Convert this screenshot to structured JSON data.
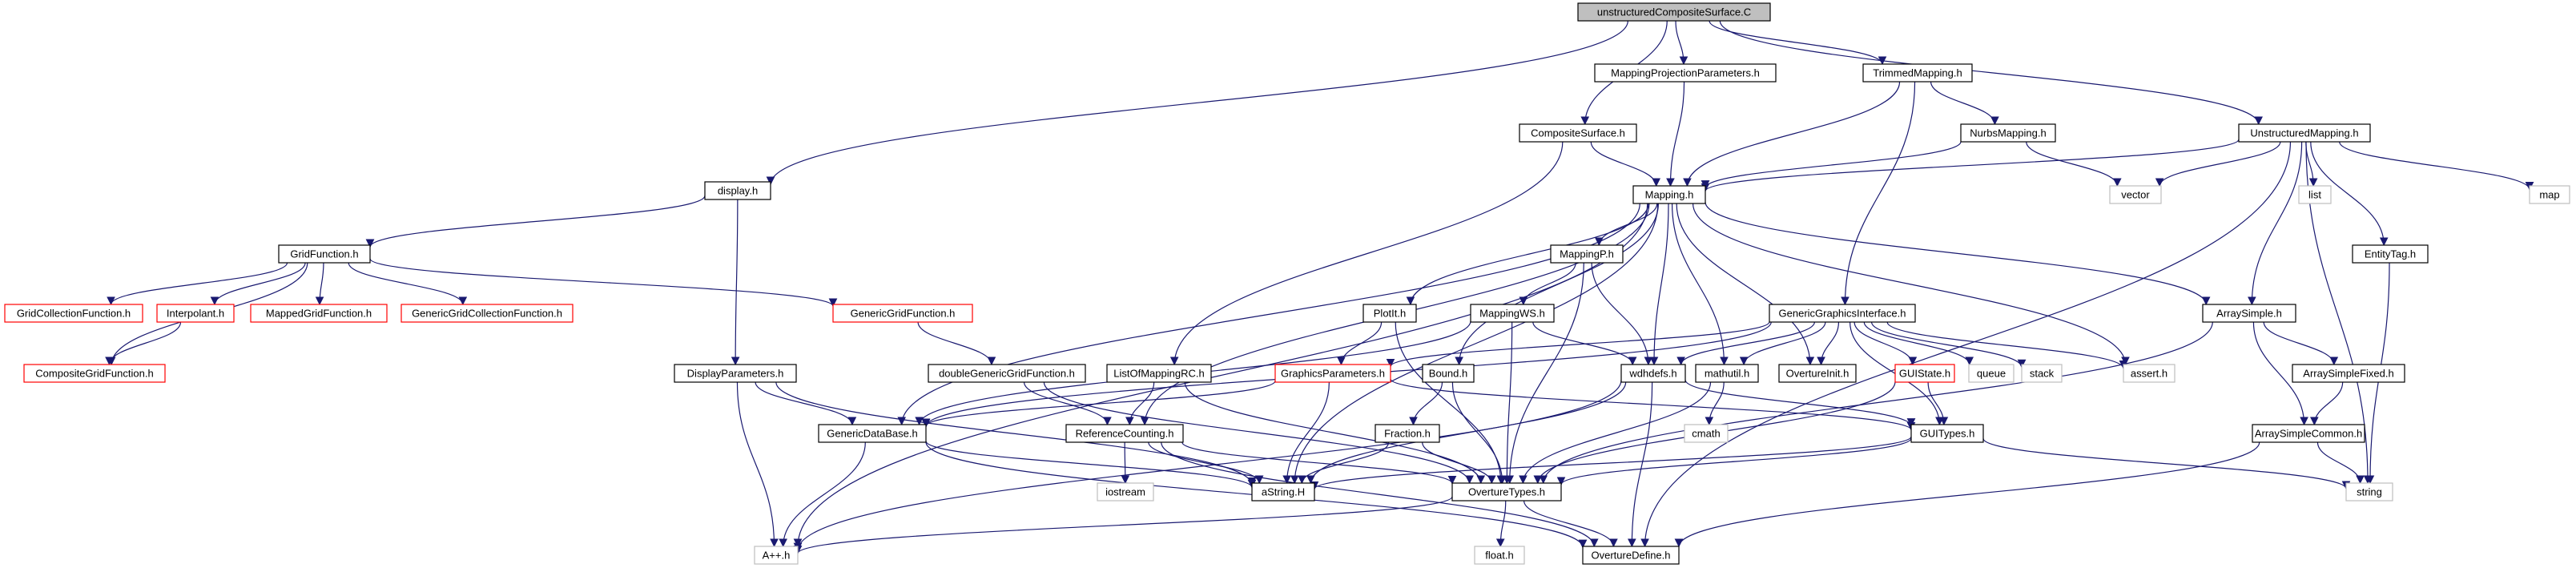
{
  "diagram": {
    "type": "include-dependency-graph",
    "colors": {
      "edge": "#191970",
      "root_fill": "#bfbfbf",
      "normal_border": "#000000",
      "truncated_border": "#ff0000",
      "external_border": "#bfbfbf",
      "external_text": "#000000"
    },
    "nodes": [
      {
        "id": "root",
        "label": "unstructuredCompositeSurface.C",
        "style": "root"
      },
      {
        "id": "display_h",
        "label": "display.h",
        "style": "normal"
      },
      {
        "id": "mappingproj_h",
        "label": "MappingProjectionParameters.h",
        "style": "normal"
      },
      {
        "id": "compsurf_h",
        "label": "CompositeSurface.h",
        "style": "normal"
      },
      {
        "id": "trimmed_h",
        "label": "TrimmedMapping.h",
        "style": "normal"
      },
      {
        "id": "unstruct_h",
        "label": "UnstructuredMapping.h",
        "style": "normal"
      },
      {
        "id": "nurbs_h",
        "label": "NurbsMapping.h",
        "style": "normal"
      },
      {
        "id": "mapping_h",
        "label": "Mapping.h",
        "style": "normal"
      },
      {
        "id": "vector",
        "label": "vector",
        "style": "external"
      },
      {
        "id": "list",
        "label": "list",
        "style": "external"
      },
      {
        "id": "map",
        "label": "map",
        "style": "external"
      },
      {
        "id": "gridfunc_h",
        "label": "GridFunction.h",
        "style": "normal"
      },
      {
        "id": "gridcollfunc_h",
        "label": "GridCollectionFunction.h",
        "style": "truncated"
      },
      {
        "id": "interpolant_h",
        "label": "Interpolant.h",
        "style": "truncated"
      },
      {
        "id": "mappedgridfunc_h",
        "label": "MappedGridFunction.h",
        "style": "truncated"
      },
      {
        "id": "genericgridcollfunc_h",
        "label": "GenericGridCollectionFunction.h",
        "style": "truncated"
      },
      {
        "id": "genericgridfunc_h",
        "label": "GenericGridFunction.h",
        "style": "truncated"
      },
      {
        "id": "compgridfunc_h",
        "label": "CompositeGridFunction.h",
        "style": "truncated"
      },
      {
        "id": "mappingp_h",
        "label": "MappingP.h",
        "style": "normal"
      },
      {
        "id": "plotit_h",
        "label": "PlotIt.h",
        "style": "normal"
      },
      {
        "id": "mappingws_h",
        "label": "MappingWS.h",
        "style": "normal"
      },
      {
        "id": "ggi_h",
        "label": "GenericGraphicsInterface.h",
        "style": "normal"
      },
      {
        "id": "arraysimple_h",
        "label": "ArraySimple.h",
        "style": "normal"
      },
      {
        "id": "entitytag_h",
        "label": "EntityTag.h",
        "style": "normal"
      },
      {
        "id": "displayparams_h",
        "label": "DisplayParameters.h",
        "style": "normal"
      },
      {
        "id": "doublegenericgridfunc_h",
        "label": "doubleGenericGridFunction.h",
        "style": "normal"
      },
      {
        "id": "listofmapping_h",
        "label": "ListOfMappingRC.h",
        "style": "normal"
      },
      {
        "id": "graphicsparams_h",
        "label": "GraphicsParameters.h",
        "style": "truncated"
      },
      {
        "id": "bound_h",
        "label": "Bound.h",
        "style": "normal"
      },
      {
        "id": "wdhdefs_h",
        "label": "wdhdefs.h",
        "style": "normal"
      },
      {
        "id": "mathutil_h",
        "label": "mathutil.h",
        "style": "normal"
      },
      {
        "id": "overtureinit_h",
        "label": "OvertureInit.h",
        "style": "normal"
      },
      {
        "id": "guistate_h",
        "label": "GUIState.h",
        "style": "truncated"
      },
      {
        "id": "queue",
        "label": "queue",
        "style": "external"
      },
      {
        "id": "stack",
        "label": "stack",
        "style": "external"
      },
      {
        "id": "assert_h",
        "label": "assert.h",
        "style": "external"
      },
      {
        "id": "arraysimplefixed_h",
        "label": "ArraySimpleFixed.h",
        "style": "normal"
      },
      {
        "id": "genericdatabase_h",
        "label": "GenericDataBase.h",
        "style": "normal"
      },
      {
        "id": "refcounting_h",
        "label": "ReferenceCounting.h",
        "style": "normal"
      },
      {
        "id": "fraction_h",
        "label": "Fraction.h",
        "style": "normal"
      },
      {
        "id": "cmath",
        "label": "cmath",
        "style": "external"
      },
      {
        "id": "guitypes_h",
        "label": "GUITypes.h",
        "style": "normal"
      },
      {
        "id": "arraysimplecommon_h",
        "label": "ArraySimpleCommon.h",
        "style": "normal"
      },
      {
        "id": "iostream",
        "label": "iostream",
        "style": "external"
      },
      {
        "id": "astring_h",
        "label": "aString.H",
        "style": "normal"
      },
      {
        "id": "overturetypes_h",
        "label": "OvertureTypes.h",
        "style": "normal"
      },
      {
        "id": "string",
        "label": "string",
        "style": "external"
      },
      {
        "id": "app_h",
        "label": "A++.h",
        "style": "external"
      },
      {
        "id": "float_h",
        "label": "float.h",
        "style": "external"
      },
      {
        "id": "overturedefine_h",
        "label": "OvertureDefine.h",
        "style": "normal"
      }
    ],
    "edges": [
      [
        "root",
        "display_h"
      ],
      [
        "root",
        "mappingproj_h"
      ],
      [
        "root",
        "compsurf_h"
      ],
      [
        "root",
        "trimmed_h"
      ],
      [
        "root",
        "unstruct_h"
      ],
      [
        "display_h",
        "gridfunc_h"
      ],
      [
        "display_h",
        "displayparams_h"
      ],
      [
        "mappingproj_h",
        "mapping_h"
      ],
      [
        "compsurf_h",
        "mapping_h"
      ],
      [
        "compsurf_h",
        "listofmapping_h"
      ],
      [
        "trimmed_h",
        "mapping_h"
      ],
      [
        "trimmed_h",
        "nurbs_h"
      ],
      [
        "trimmed_h",
        "ggi_h"
      ],
      [
        "nurbs_h",
        "mapping_h"
      ],
      [
        "nurbs_h",
        "vector"
      ],
      [
        "unstruct_h",
        "mapping_h"
      ],
      [
        "unstruct_h",
        "vector"
      ],
      [
        "unstruct_h",
        "list"
      ],
      [
        "unstruct_h",
        "map"
      ],
      [
        "unstruct_h",
        "arraysimple_h"
      ],
      [
        "unstruct_h",
        "entitytag_h"
      ],
      [
        "unstruct_h",
        "string"
      ],
      [
        "unstruct_h",
        "overturedefine_h"
      ],
      [
        "gridfunc_h",
        "gridcollfunc_h"
      ],
      [
        "gridfunc_h",
        "interpolant_h"
      ],
      [
        "gridfunc_h",
        "mappedgridfunc_h"
      ],
      [
        "gridfunc_h",
        "genericgridcollfunc_h"
      ],
      [
        "gridfunc_h",
        "genericgridfunc_h"
      ],
      [
        "gridfunc_h",
        "compgridfunc_h"
      ],
      [
        "interpolant_h",
        "compgridfunc_h"
      ],
      [
        "genericgridfunc_h",
        "doublegenericgridfunc_h"
      ],
      [
        "mapping_h",
        "mappingp_h"
      ],
      [
        "mapping_h",
        "plotit_h"
      ],
      [
        "mapping_h",
        "bound_h"
      ],
      [
        "mapping_h",
        "wdhdefs_h"
      ],
      [
        "mapping_h",
        "mathutil_h"
      ],
      [
        "mapping_h",
        "overtureinit_h"
      ],
      [
        "mapping_h",
        "assert_h"
      ],
      [
        "mapping_h",
        "arraysimple_h"
      ],
      [
        "mapping_h",
        "genericdatabase_h"
      ],
      [
        "mapping_h",
        "refcounting_h"
      ],
      [
        "mapping_h",
        "astring_h"
      ],
      [
        "mapping_h",
        "app_h"
      ],
      [
        "mappingp_h",
        "mappingws_h"
      ],
      [
        "mappingp_h",
        "wdhdefs_h"
      ],
      [
        "mappingp_h",
        "overturetypes_h"
      ],
      [
        "plotit_h",
        "graphicsparams_h"
      ],
      [
        "plotit_h",
        "overturetypes_h"
      ],
      [
        "mappingws_h",
        "genericdatabase_h"
      ],
      [
        "mappingws_h",
        "wdhdefs_h"
      ],
      [
        "mappingws_h",
        "overturetypes_h"
      ],
      [
        "ggi_h",
        "graphicsparams_h"
      ],
      [
        "ggi_h",
        "wdhdefs_h"
      ],
      [
        "ggi_h",
        "mathutil_h"
      ],
      [
        "ggi_h",
        "overtureinit_h"
      ],
      [
        "ggi_h",
        "guistate_h"
      ],
      [
        "ggi_h",
        "queue"
      ],
      [
        "ggi_h",
        "stack"
      ],
      [
        "ggi_h",
        "assert_h"
      ],
      [
        "ggi_h",
        "guitypes_h"
      ],
      [
        "ggi_h",
        "genericdatabase_h"
      ],
      [
        "arraysimple_h",
        "arraysimplefixed_h"
      ],
      [
        "arraysimple_h",
        "arraysimplecommon_h"
      ],
      [
        "arraysimple_h",
        "overturetypes_h"
      ],
      [
        "arraysimplefixed_h",
        "arraysimplecommon_h"
      ],
      [
        "arraysimplecommon_h",
        "string"
      ],
      [
        "arraysimplecommon_h",
        "overturedefine_h"
      ],
      [
        "entitytag_h",
        "string"
      ],
      [
        "displayparams_h",
        "genericdatabase_h"
      ],
      [
        "displayparams_h",
        "astring_h"
      ],
      [
        "displayparams_h",
        "app_h"
      ],
      [
        "doublegenericgridfunc_h",
        "refcounting_h"
      ],
      [
        "doublegenericgridfunc_h",
        "overturetypes_h"
      ],
      [
        "listofmapping_h",
        "refcounting_h"
      ],
      [
        "listofmapping_h",
        "overturetypes_h"
      ],
      [
        "graphicsparams_h",
        "genericdatabase_h"
      ],
      [
        "graphicsparams_h",
        "astring_h"
      ],
      [
        "graphicsparams_h",
        "guitypes_h"
      ],
      [
        "bound_h",
        "fraction_h"
      ],
      [
        "bound_h",
        "overturetypes_h"
      ],
      [
        "fraction_h",
        "astring_h"
      ],
      [
        "fraction_h",
        "overturetypes_h"
      ],
      [
        "wdhdefs_h",
        "astring_h"
      ],
      [
        "wdhdefs_h",
        "guitypes_h"
      ],
      [
        "wdhdefs_h",
        "app_h"
      ],
      [
        "wdhdefs_h",
        "overturedefine_h"
      ],
      [
        "mathutil_h",
        "cmath"
      ],
      [
        "mathutil_h",
        "overturetypes_h"
      ],
      [
        "guistate_h",
        "guitypes_h"
      ],
      [
        "guistate_h",
        "overturetypes_h"
      ],
      [
        "guitypes_h",
        "astring_h"
      ],
      [
        "guitypes_h",
        "overturetypes_h"
      ],
      [
        "guitypes_h",
        "string"
      ],
      [
        "genericdatabase_h",
        "astring_h"
      ],
      [
        "genericdatabase_h",
        "app_h"
      ],
      [
        "genericdatabase_h",
        "overturedefine_h"
      ],
      [
        "refcounting_h",
        "iostream"
      ],
      [
        "refcounting_h",
        "astring_h"
      ],
      [
        "refcounting_h",
        "overturetypes_h"
      ],
      [
        "refcounting_h",
        "overturedefine_h"
      ],
      [
        "overturetypes_h",
        "app_h"
      ],
      [
        "overturetypes_h",
        "float_h"
      ],
      [
        "overturetypes_h",
        "overturedefine_h"
      ]
    ]
  }
}
